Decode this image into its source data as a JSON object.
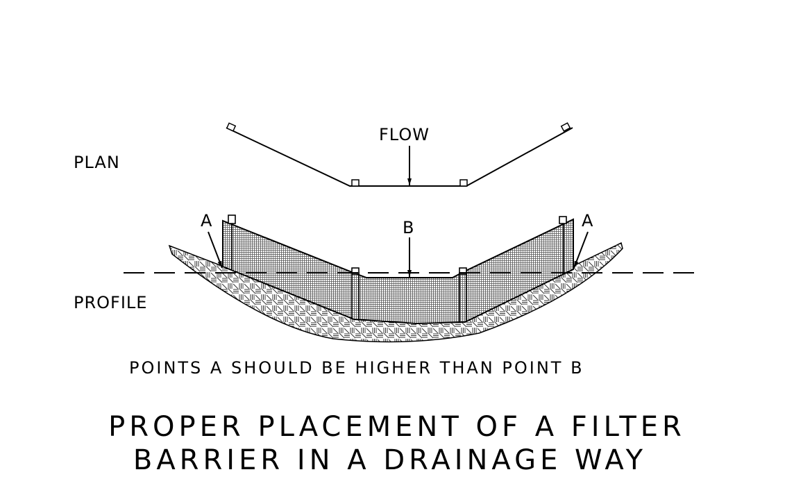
{
  "labels": {
    "plan": "PLAN",
    "profile": "PROFILE",
    "flow": "FLOW",
    "point_a_left": "A",
    "point_a_right": "A",
    "point_b": "B"
  },
  "note": "POINTS A SHOULD BE HIGHER THAN POINT B",
  "title": {
    "line1": "PROPER PLACEMENT OF A FILTER",
    "line2": "BARRIER IN A DRAINAGE WAY"
  }
}
